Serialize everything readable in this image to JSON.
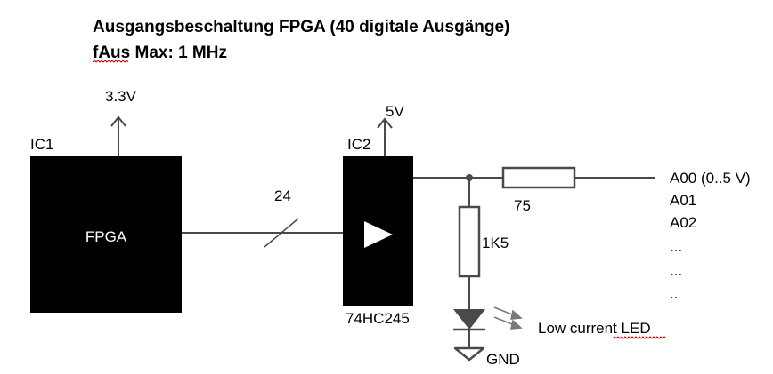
{
  "title": {
    "line1": "Ausgangsbeschaltung FPGA (40 digitale Ausgänge)",
    "line2": "fAus Max: 1 MHz"
  },
  "ic1": {
    "ref": "IC1",
    "name": "FPGA",
    "supply": "3.3V"
  },
  "bus": {
    "width": "24"
  },
  "ic2": {
    "ref": "IC2",
    "part": "74HC245",
    "supply": "5V"
  },
  "series_resistor": {
    "value": "75"
  },
  "led_resistor": {
    "value": "1K5"
  },
  "led": {
    "label": "Low current LED"
  },
  "ground": {
    "label": "GND"
  },
  "outputs": [
    "A00 (0..5 V)",
    "A01",
    "A02",
    "...",
    "...",
    ".."
  ],
  "colors": {
    "ink": "#000000",
    "wire": "#4a4a4a",
    "spellcheck": "#d00000",
    "chip": "#000000",
    "chip_text": "#ffffff"
  }
}
